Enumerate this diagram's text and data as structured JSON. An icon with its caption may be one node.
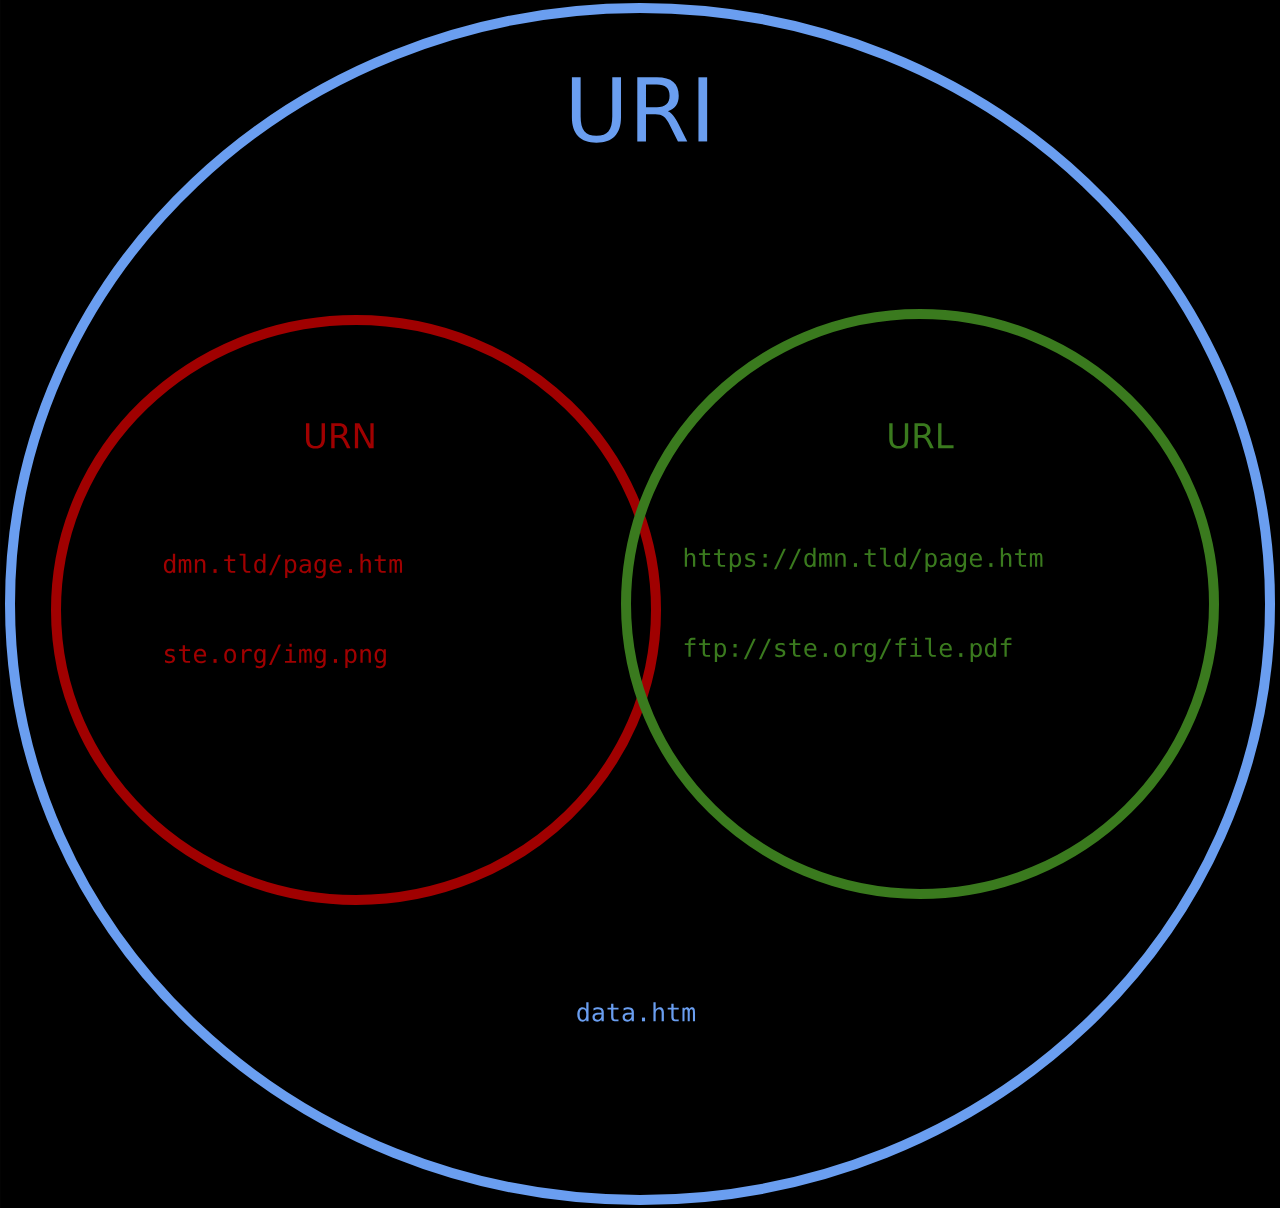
{
  "diagram": {
    "nodes": [
      {
        "text": [
          "URI",
          "data.htm"
        ]
      },
      {
        "text": [
          "URN",
          "dmn.tld/page.htm",
          "ste.org/img.png"
        ]
      },
      {
        "text": [
          "URL",
          "https://dmn.tld/page.htm",
          "ftp://ste.org/file.pdf"
        ]
      }
    ]
  }
}
